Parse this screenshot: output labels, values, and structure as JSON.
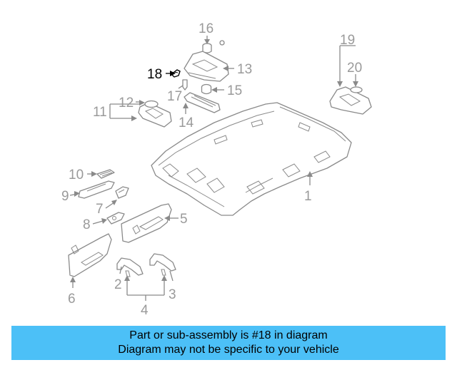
{
  "callouts": {
    "n1": "1",
    "n2": "2",
    "n3": "3",
    "n4": "4",
    "n5": "5",
    "n6": "6",
    "n7": "7",
    "n8": "8",
    "n9": "9",
    "n10": "10",
    "n11": "11",
    "n12": "12",
    "n13": "13",
    "n14": "14",
    "n15": "15",
    "n16": "16",
    "n17": "17",
    "n18": "18",
    "n19": "19",
    "n20": "20"
  },
  "highlight": {
    "part": "18",
    "color": "#000000"
  },
  "banner": {
    "line1": "Part or sub-assembly is #18 in diagram",
    "line2": "Diagram may not be specific to your vehicle",
    "background": "#4cc0f7"
  }
}
